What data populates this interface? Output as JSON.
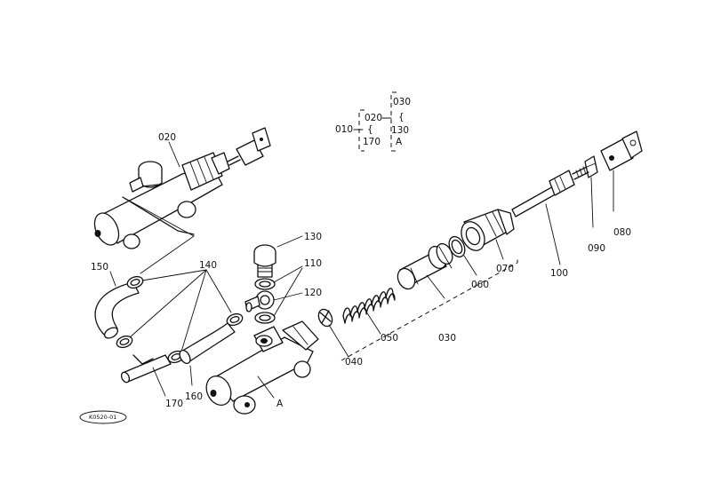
{
  "labels": {
    "p020": "020",
    "p010": "010",
    "p020b": "020",
    "p030b": "030",
    "p130b": "130",
    "p170b": "170",
    "pA_b": "A",
    "p080": "080",
    "p090": "090",
    "p100": "100",
    "p070": "070",
    "p060": "060",
    "p050": "050",
    "p030": "030",
    "p040": "040",
    "p130": "130",
    "p110": "110",
    "p120": "120",
    "p140": "140",
    "p150": "150",
    "p160": "160",
    "p170": "170",
    "pA": "A",
    "ref": "K0520-01"
  }
}
